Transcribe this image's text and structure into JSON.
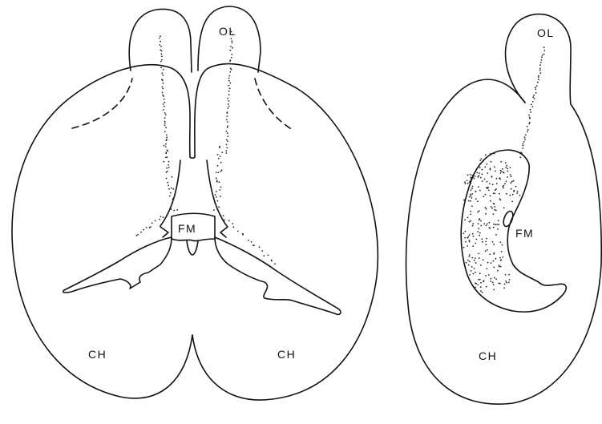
{
  "labels": {
    "left_olfactory_lobe": "",
    "right_olfactory_lobe": "OL",
    "side_olfactory_lobe": "OL",
    "foramen_monro": "FM",
    "side_foramen_monro": "FM",
    "left_hemisphere": "CH",
    "right_hemisphere": "CH",
    "side_hemisphere": "CH"
  },
  "colors": {
    "line": "#111111",
    "stipple": "#222222",
    "background": "#ffffff"
  }
}
